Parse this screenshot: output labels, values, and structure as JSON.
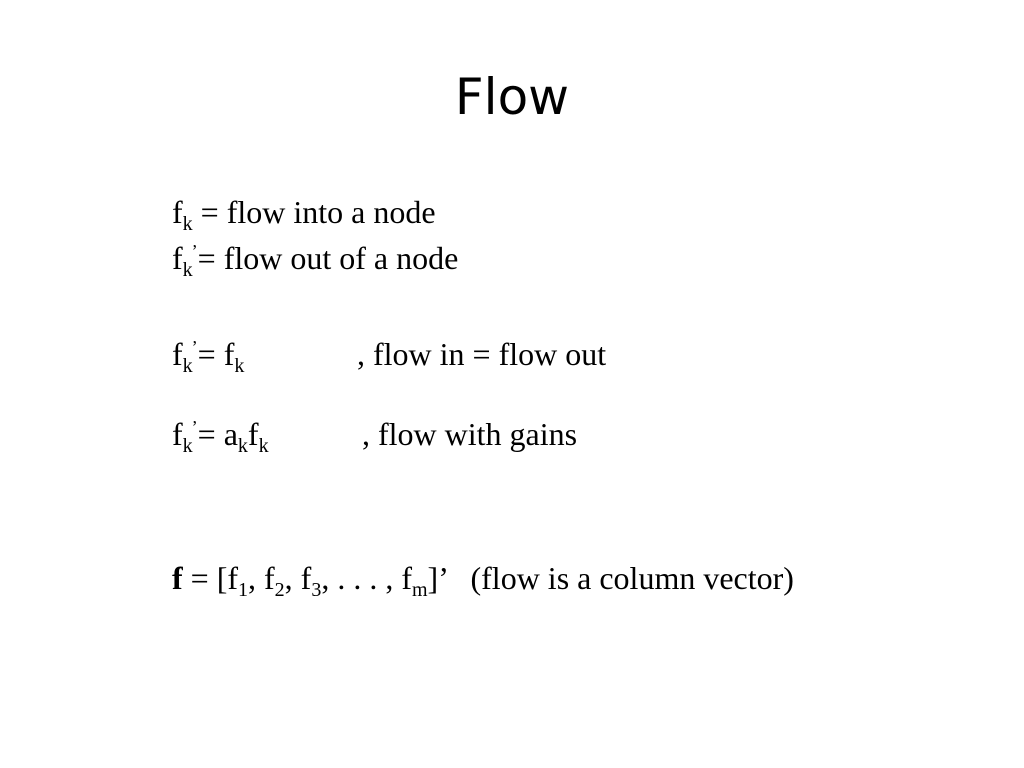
{
  "slide": {
    "title": "Flow"
  },
  "definitions": [
    {
      "base": "f",
      "sub": "k",
      "prime": "",
      "rest": " = flow into a node"
    },
    {
      "base": "f",
      "sub": "k",
      "prime": "’",
      "rest": "= flow out of a node"
    }
  ],
  "conservation": {
    "lhs_base": "f",
    "lhs_sub": "k",
    "lhs_prime": "’",
    "eq": "= f",
    "rhs_sub": "k",
    "desc": ", flow in = flow out"
  },
  "gains": {
    "lhs_base": "f",
    "lhs_sub": "k",
    "lhs_prime": "’",
    "eq": "= a",
    "a_sub": "k",
    "f": "f",
    "f_sub": "k",
    "desc": ", flow with gains"
  },
  "vector": {
    "bold": "f",
    "open": " = [f",
    "s1": "1",
    "t1": ", f",
    "s2": "2",
    "t2": ", f",
    "s3": "3",
    "t3": ", . . . , f",
    "sm": "m",
    "close": "]’",
    "desc": "   (flow is a column vector)"
  }
}
